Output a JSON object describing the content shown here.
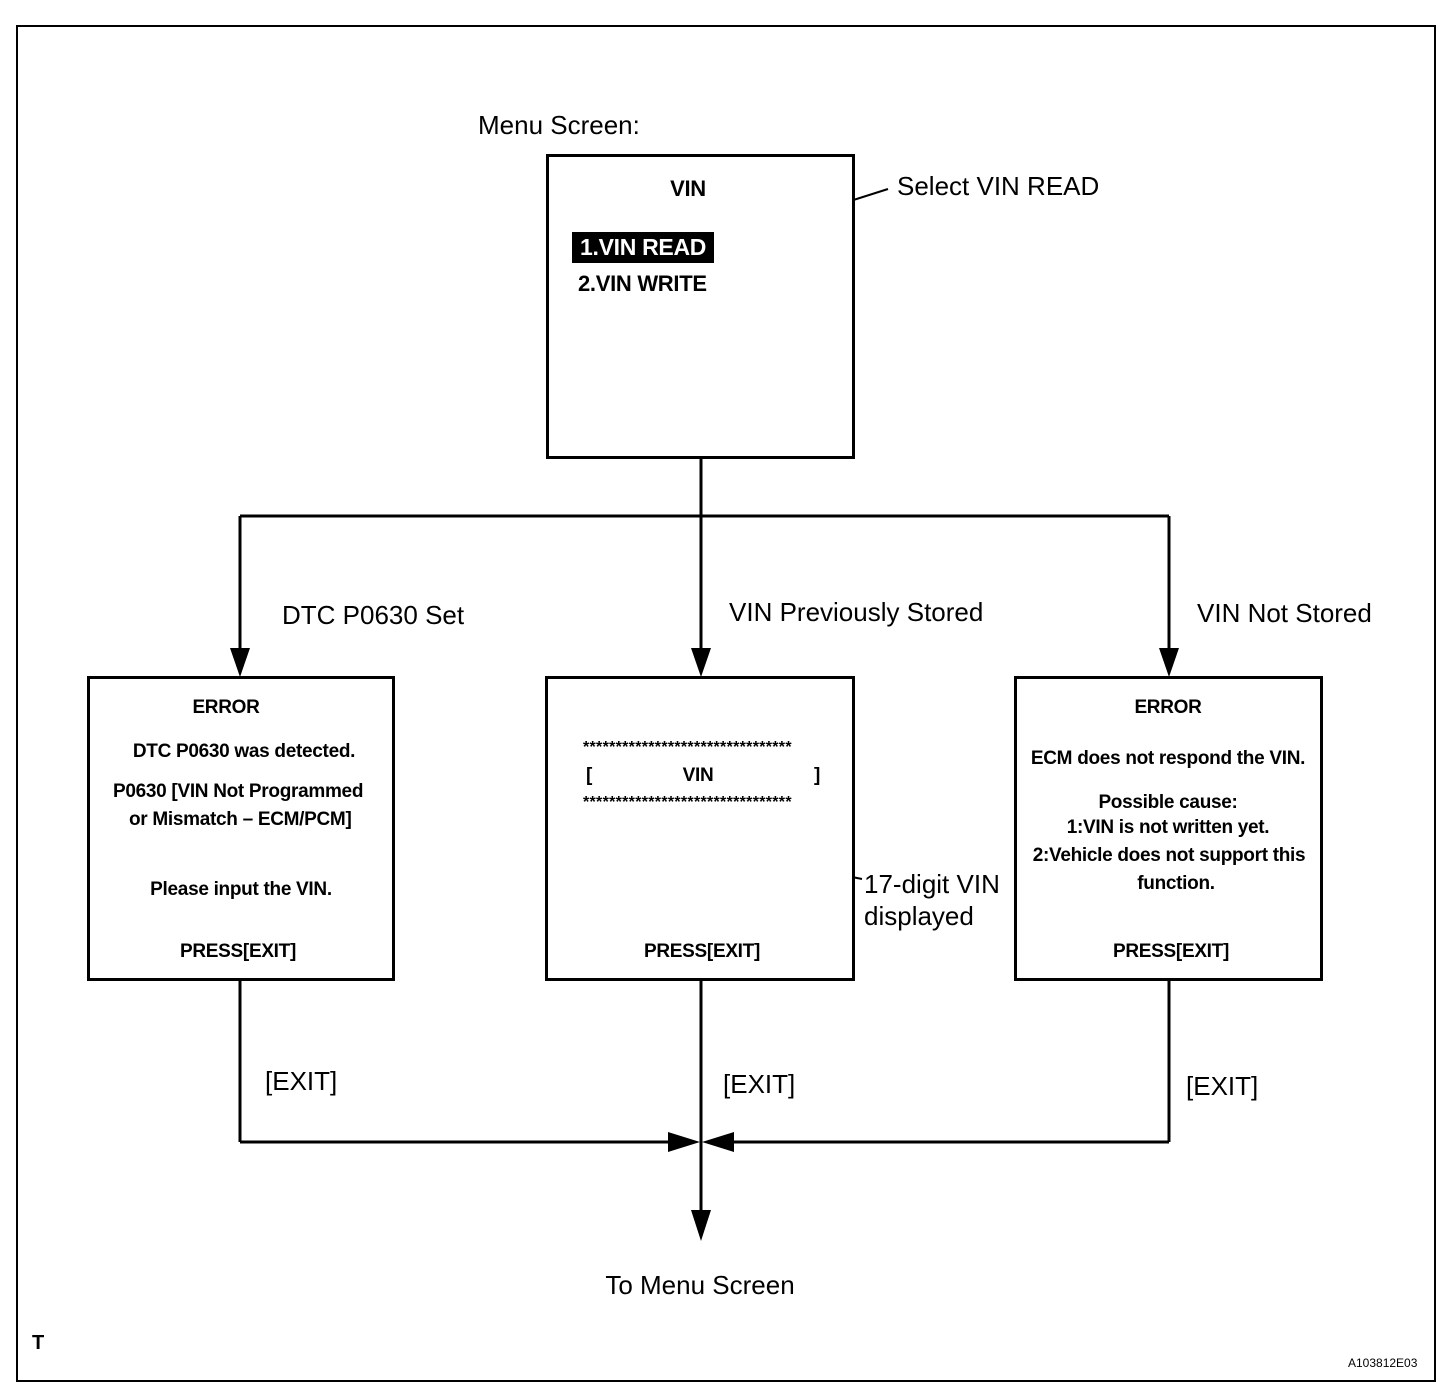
{
  "menu": {
    "caption": "Menu Screen:",
    "title": "VIN",
    "item1": "1.VIN READ",
    "item2": "2.VIN WRITE",
    "callout": "Select VIN READ"
  },
  "branches": {
    "left_label": "DTC P0630 Set",
    "middle_label": "VIN Previously Stored",
    "right_label": "VIN Not Stored"
  },
  "left_screen": {
    "title": "ERROR",
    "line1": "DTC P0630 was detected.",
    "line2": "P0630  [VIN Not Programmed",
    "line3": "or Mismatch – ECM/PCM]",
    "line4": "Please input the VIN.",
    "press": "PRESS[EXIT]"
  },
  "middle_screen": {
    "stars_top": "********************************",
    "bracket_left": "[",
    "vin": "VIN",
    "bracket_right": "]",
    "stars_bottom": "********************************",
    "press": "PRESS[EXIT]",
    "callout_line1": "17-digit VIN",
    "callout_line2": "displayed"
  },
  "right_screen": {
    "title": "ERROR",
    "line1": "ECM does not respond the VIN.",
    "line2": "Possible cause:",
    "line3": "1:VIN is not written yet.",
    "line4": "2:Vehicle does not support this",
    "line5": "function.",
    "press": "PRESS[EXIT]"
  },
  "exit_labels": {
    "left": "[EXIT]",
    "middle": "[EXIT]",
    "right": "[EXIT]"
  },
  "footer": {
    "destination": "To Menu Screen",
    "corner_mark": "T",
    "figure_id": "A103812E03"
  }
}
